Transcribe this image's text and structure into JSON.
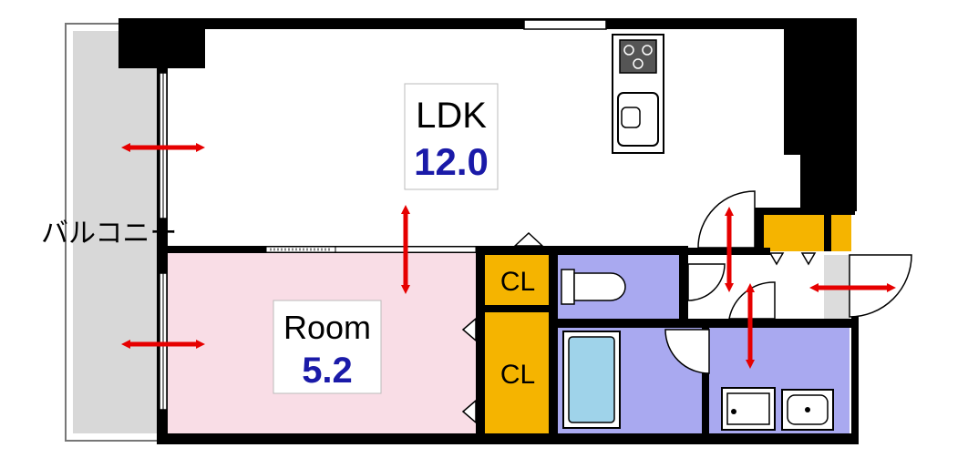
{
  "labels": {
    "balcony": "バルコニー",
    "ldk_name": "LDK",
    "ldk_size": "12.0",
    "room_name": "Room",
    "room_size": "5.2",
    "closet_upper": "CL",
    "closet_lower": "CL"
  },
  "colors": {
    "wall": "#000000",
    "balcony": "#d8d8d8",
    "ldk_floor": "#ffffff",
    "room_floor": "#f9dde6",
    "closet": "#f5b400",
    "wet_area": "#a9a9f0",
    "arrow": "#e60000",
    "size_text": "#1a1aa8"
  }
}
